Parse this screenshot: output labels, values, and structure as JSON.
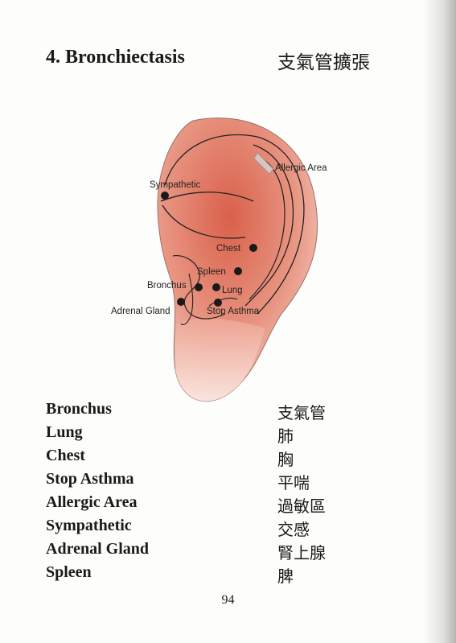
{
  "title": "4. Bronchiectasis",
  "title_zh": "支氣管擴張",
  "diagram_labels": {
    "allergic_area": "Allergic Area",
    "sympathetic": "Sympathetic",
    "chest": "Chest",
    "spleen": "Spleen",
    "bronchus": "Bronchus",
    "lung": "Lung",
    "adrenal_gland": "Adrenal Gland",
    "stop_asthma": "Stop Asthma"
  },
  "legend": [
    {
      "en": "Bronchus",
      "zh": "支氣管"
    },
    {
      "en": "Lung",
      "zh": "肺"
    },
    {
      "en": "Chest",
      "zh": "胸"
    },
    {
      "en": "Stop Asthma",
      "zh": "平喘"
    },
    {
      "en": "Allergic Area",
      "zh": "過敏區"
    },
    {
      "en": "Sympathetic",
      "zh": "交感"
    },
    {
      "en": "Adrenal Gland",
      "zh": "腎上腺"
    },
    {
      "en": "Spleen",
      "zh": "脾"
    }
  ],
  "page_number": "94",
  "colors": {
    "ear_outer": "#e8a08c",
    "ear_inner": "#e07a62",
    "point": "#1a1a1a"
  }
}
